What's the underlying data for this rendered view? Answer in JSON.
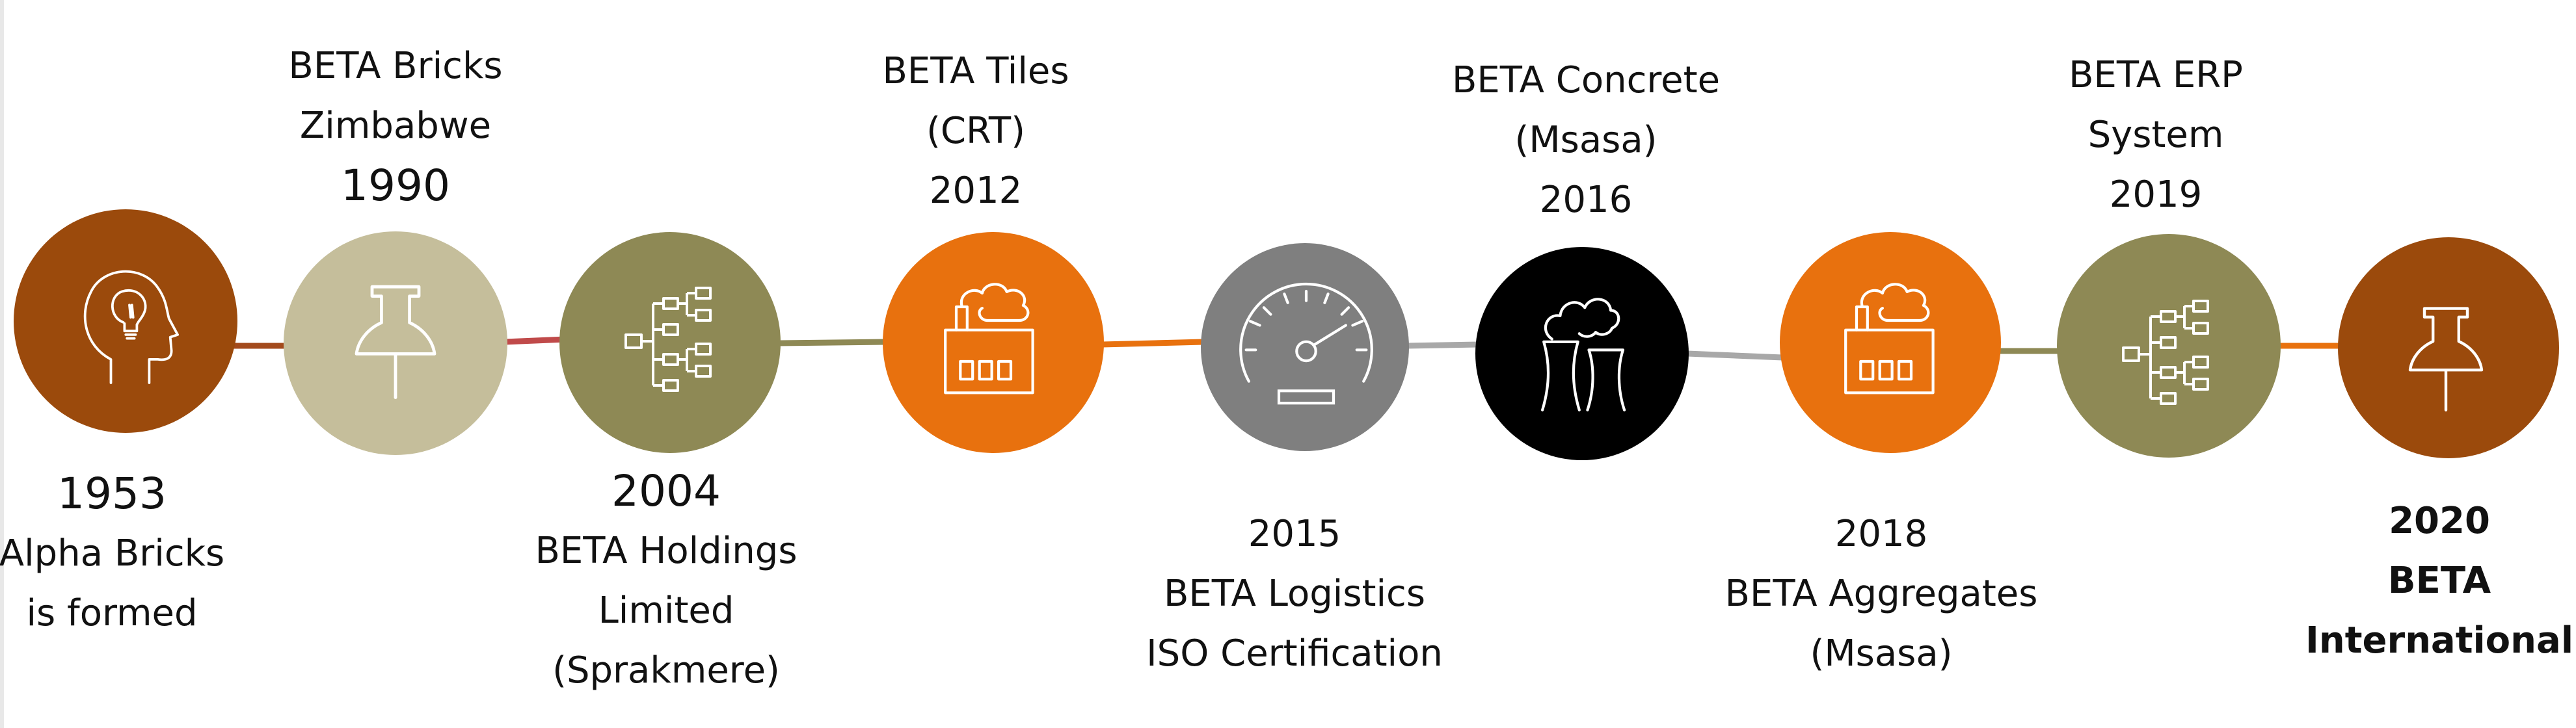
{
  "colors": {
    "rust": "#9B4A0C",
    "beige": "#C5BE9B",
    "olive": "#8E8955",
    "orange": "#E8710E",
    "gray": "#7F7F7F",
    "black": "#000000",
    "connector_gray": "#A8A8A8",
    "connector_red": "#C04A4A"
  },
  "milestones": [
    {
      "year": "1953",
      "lines": [
        "Alpha Bricks",
        "is formed"
      ],
      "icon": "head-lightbulb-icon",
      "color": "rust"
    },
    {
      "year": "1990",
      "lines": [
        "BETA Bricks",
        "Zimbabwe"
      ],
      "icon": "pushpin-icon",
      "color": "beige"
    },
    {
      "year": "2004",
      "lines": [
        "BETA Holdings",
        "Limited",
        "(Sprakmere)"
      ],
      "icon": "hierarchy-icon",
      "color": "olive"
    },
    {
      "year": "2012",
      "lines": [
        "BETA Tiles",
        "(CRT)"
      ],
      "icon": "factory-icon",
      "color": "orange"
    },
    {
      "year": "2015",
      "lines": [
        "BETA Logistics",
        "ISO Certification"
      ],
      "icon": "gauge-icon",
      "color": "gray"
    },
    {
      "year": "2016",
      "lines": [
        "BETA Concrete",
        "(Msasa)"
      ],
      "icon": "cooling-tower-icon",
      "color": "black"
    },
    {
      "year": "2018",
      "lines": [
        "BETA Aggregates",
        "(Msasa)"
      ],
      "icon": "factory-icon",
      "color": "orange"
    },
    {
      "year": "2019",
      "lines": [
        "BETA ERP",
        "System"
      ],
      "icon": "hierarchy-icon",
      "color": "olive"
    },
    {
      "year": "2020",
      "lines": [
        "BETA",
        "International"
      ],
      "icon": "pushpin-icon",
      "color": "rust"
    }
  ]
}
